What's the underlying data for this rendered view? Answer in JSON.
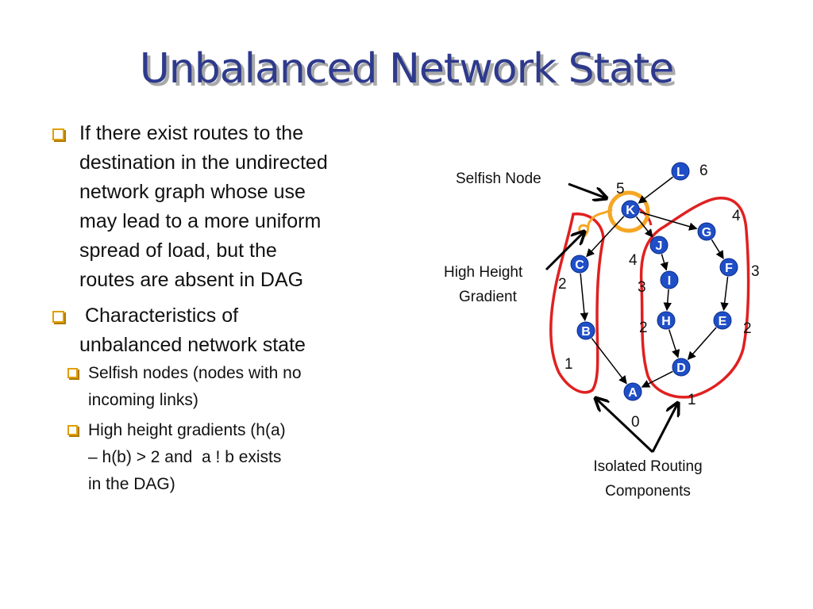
{
  "slide": {
    "title": "Unbalanced Network State",
    "bullets": [
      {
        "text": "If there exist routes to the destination in the undirected network graph whose use may lead to a more uniform spread of load, but the routes are absent in DAG",
        "lines": [
          "If there exist routes to the",
          "destination in the undirected",
          "network graph whose use",
          "may lead to a more uniform",
          "spread of load, but the",
          "routes are absent in DAG"
        ]
      },
      {
        "text": " Characteristics of unbalanced network state",
        "lines": [
          " Characteristics of",
          "unbalanced network state"
        ],
        "sub": [
          {
            "lines": [
              "Selfish nodes (nodes with no",
              "incoming links)"
            ]
          },
          {
            "lines": [
              "High height gradients (h(a)",
              "– h(b) > 2 and  a ! b exists",
              "in the DAG)"
            ]
          }
        ]
      }
    ]
  },
  "diagram": {
    "colors": {
      "node": "#1f4fc7",
      "outline": "#e02020",
      "selfish": "#f5a623",
      "edge": "#000000",
      "title": "#2e3a8c",
      "bullet": "#e0a000"
    },
    "annotations": {
      "selfish_node": "Selfish Node",
      "high_height": [
        "High Height",
        "Gradient"
      ],
      "isolated": [
        "Isolated Routing",
        "Components"
      ]
    },
    "nodes": [
      {
        "id": "L",
        "height": "6"
      },
      {
        "id": "K",
        "height": "5"
      },
      {
        "id": "G",
        "height": "4"
      },
      {
        "id": "J",
        "height": "4"
      },
      {
        "id": "F",
        "height": "3"
      },
      {
        "id": "C",
        "height": "2"
      },
      {
        "id": "I",
        "height": "3"
      },
      {
        "id": "H",
        "height": "2"
      },
      {
        "id": "E",
        "height": "2"
      },
      {
        "id": "B",
        "height": "1"
      },
      {
        "id": "D",
        "height": "1"
      },
      {
        "id": "A",
        "height": "0"
      }
    ],
    "edges": [
      [
        "L",
        "K"
      ],
      [
        "K",
        "C"
      ],
      [
        "K",
        "J"
      ],
      [
        "K",
        "G"
      ],
      [
        "G",
        "F"
      ],
      [
        "F",
        "E"
      ],
      [
        "J",
        "I"
      ],
      [
        "I",
        "H"
      ],
      [
        "H",
        "D"
      ],
      [
        "E",
        "D"
      ],
      [
        "D",
        "A"
      ],
      [
        "C",
        "B"
      ],
      [
        "B",
        "A"
      ]
    ]
  }
}
